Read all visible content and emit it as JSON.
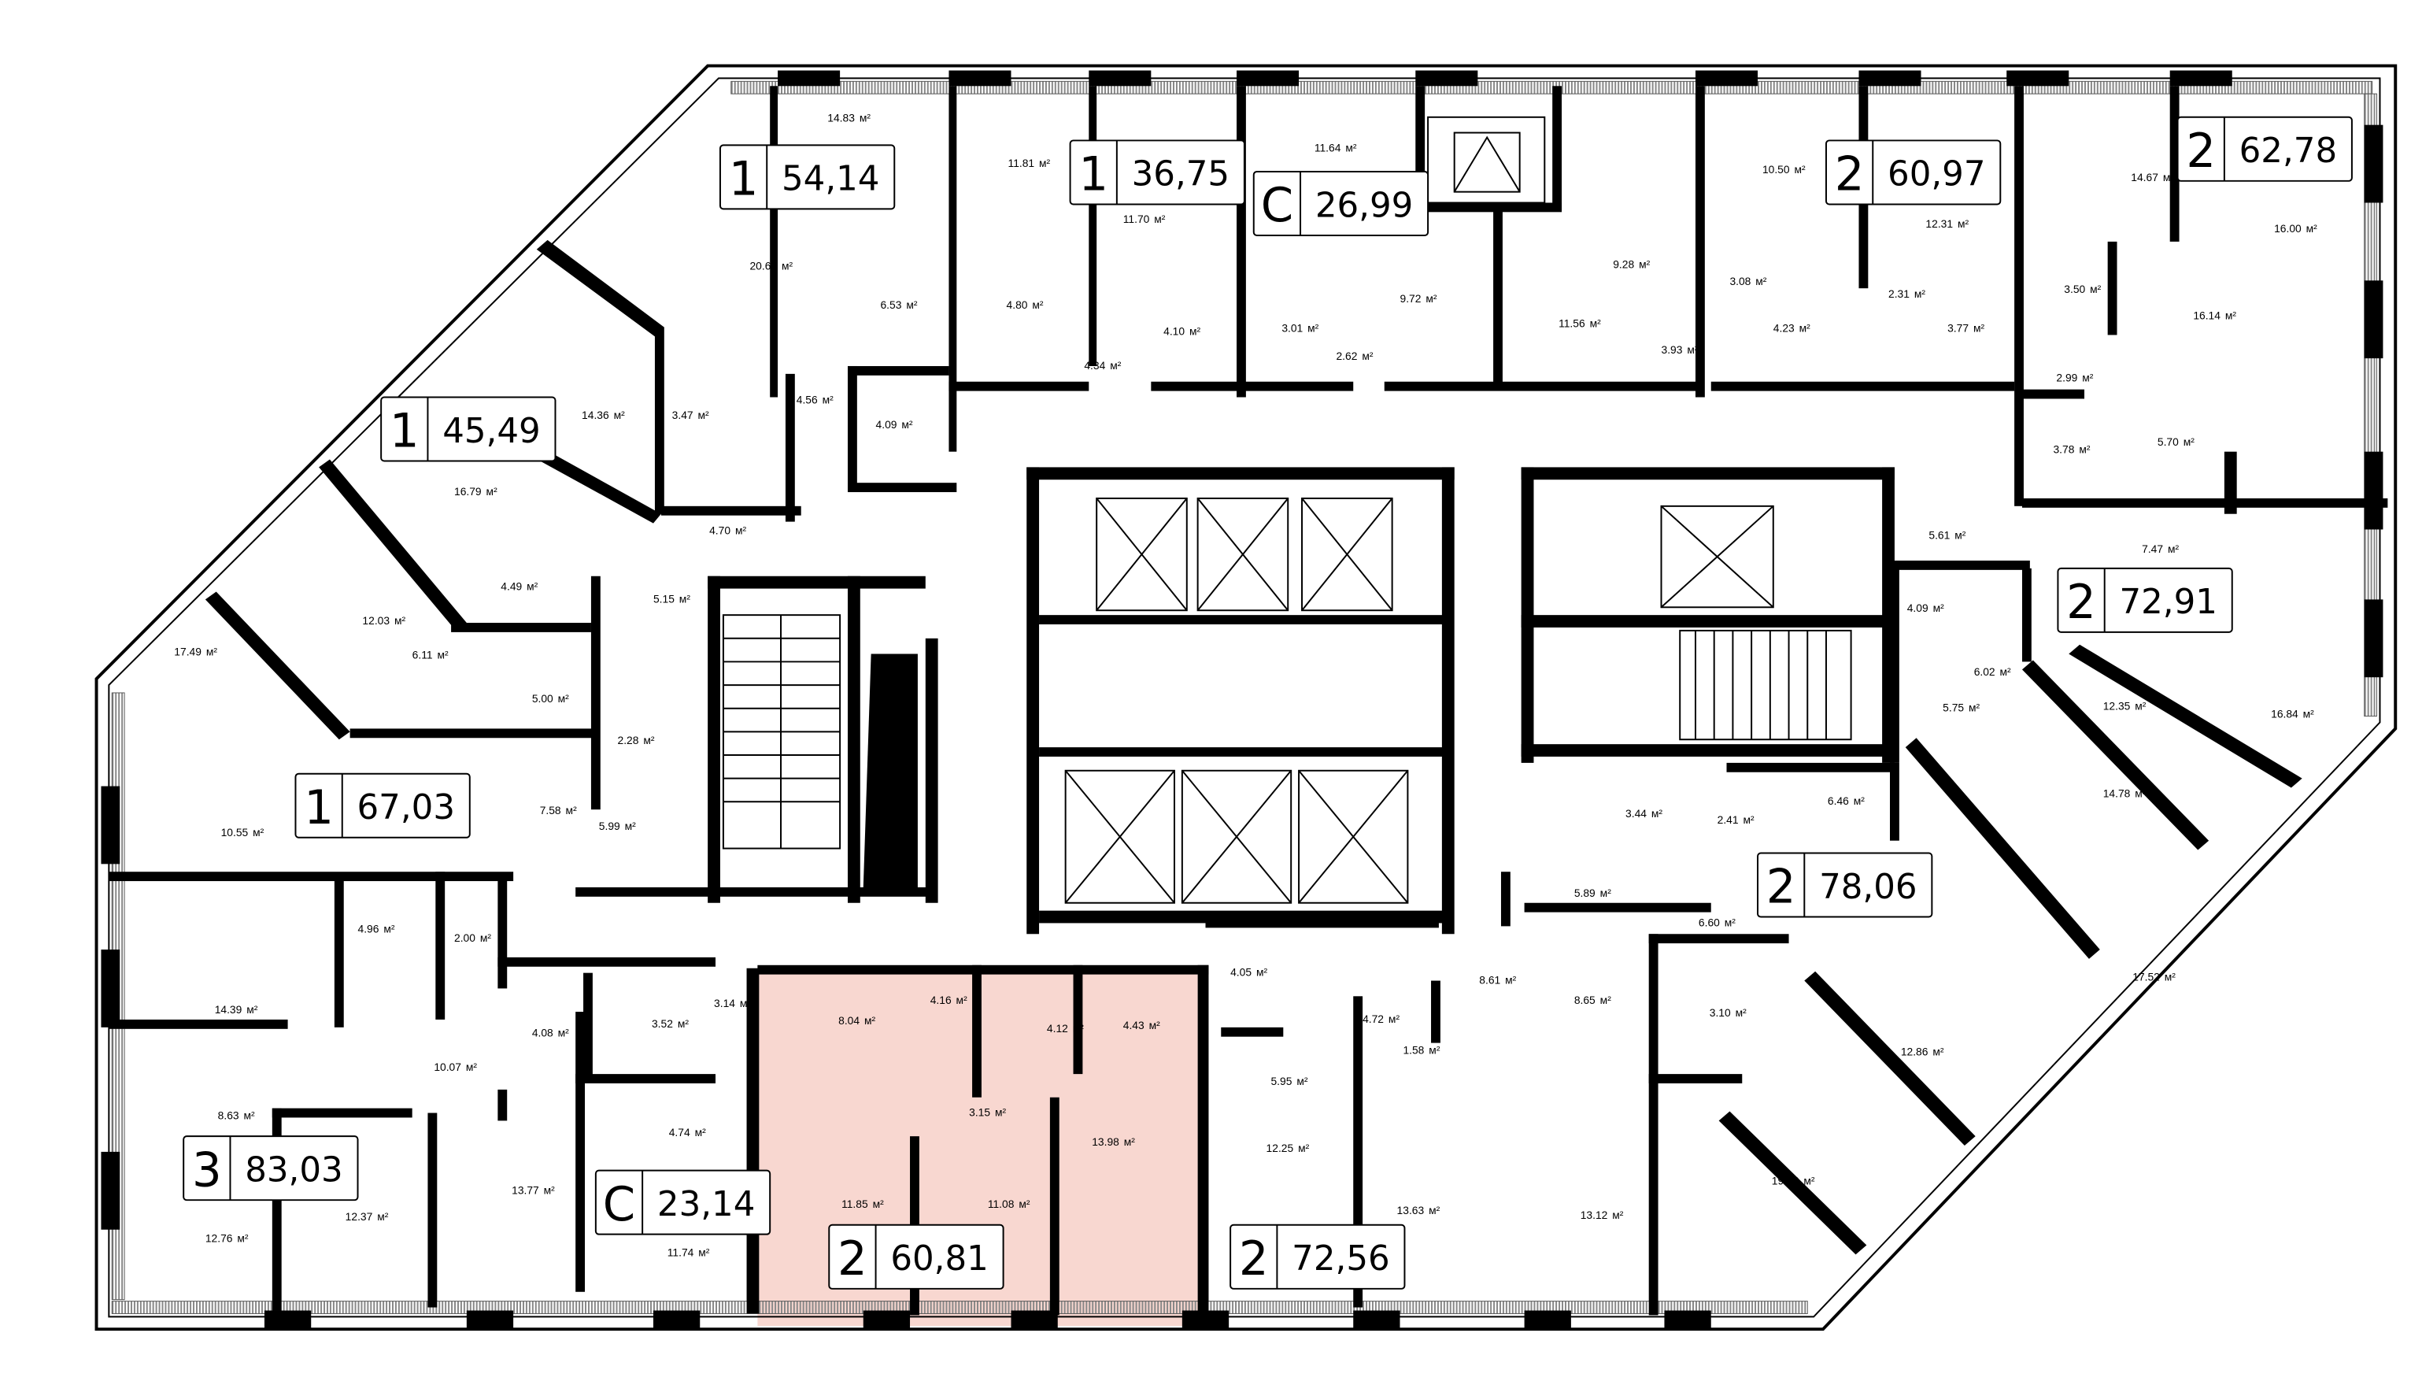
{
  "plan": {
    "area_unit": "м²",
    "highlight_color": "#f8d7d0",
    "apartments": [
      {
        "rooms": "1",
        "area": "54,14"
      },
      {
        "rooms": "1",
        "area": "36,75"
      },
      {
        "rooms": "С",
        "area": "26,99"
      },
      {
        "rooms": "2",
        "area": "60,97"
      },
      {
        "rooms": "2",
        "area": "62,78"
      },
      {
        "rooms": "1",
        "area": "45,49"
      },
      {
        "rooms": "2",
        "area": "72,91"
      },
      {
        "rooms": "1",
        "area": "67,03"
      },
      {
        "rooms": "2",
        "area": "78,06"
      },
      {
        "rooms": "3",
        "area": "83,03"
      },
      {
        "rooms": "С",
        "area": "23,14"
      },
      {
        "rooms": "2",
        "area": "60,81",
        "highlighted": true
      },
      {
        "rooms": "2",
        "area": "72,56"
      }
    ],
    "room_areas": [
      "14.83",
      "11.81",
      "11.64",
      "10.50",
      "14.67",
      "11.70",
      "12.31",
      "16.00",
      "20.66",
      "9.28",
      "9.72",
      "6.53",
      "4.80",
      "3.08",
      "2.31",
      "3.50",
      "3.01",
      "4.10",
      "11.56",
      "4.23",
      "3.77",
      "16.14",
      "4.34",
      "2.62",
      "3.93",
      "2.99",
      "4.09",
      "4.56",
      "3.47",
      "14.36",
      "16.79",
      "3.78",
      "5.70",
      "4.70",
      "5.61",
      "7.47",
      "4.49",
      "5.15",
      "12.03",
      "17.49",
      "4.09",
      "6.11",
      "5.00",
      "6.02",
      "2.28",
      "5.75",
      "12.35",
      "16.84",
      "7.58",
      "5.99",
      "3.44",
      "2.41",
      "6.46",
      "14.78",
      "10.55",
      "5.89",
      "6.60",
      "4.96",
      "2.00",
      "14.39",
      "3.14",
      "4.08",
      "3.52",
      "8.04",
      "4.16",
      "4.12",
      "4.43",
      "4.05",
      "4.72",
      "8.61",
      "8.65",
      "3.10",
      "17.52",
      "10.07",
      "1.58",
      "12.86",
      "8.63",
      "4.74",
      "3.15",
      "5.95",
      "13.77",
      "12.25",
      "12.37",
      "11.85",
      "11.08",
      "13.98",
      "13.63",
      "13.12",
      "19.78",
      "12.76",
      "11.74"
    ]
  }
}
